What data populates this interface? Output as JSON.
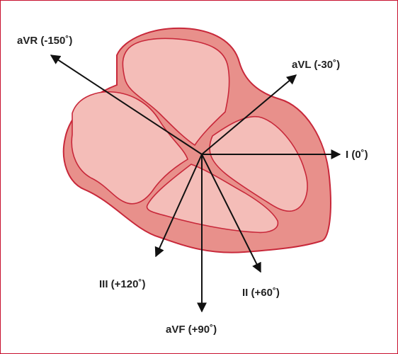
{
  "diagram": {
    "leads": [
      {
        "id": "avr",
        "label": "aVR (-150˚)"
      },
      {
        "id": "avl",
        "label": "aVL (-30˚)"
      },
      {
        "id": "i",
        "label": "I (0˚)"
      },
      {
        "id": "ii",
        "label": "II (+60˚)"
      },
      {
        "id": "avf",
        "label": "aVF (+90˚)"
      },
      {
        "id": "iii",
        "label": "III (+120˚)"
      }
    ],
    "colors": {
      "border": "#c8102e",
      "heart_outer": "#e8908b",
      "heart_inner": "#f4bdb8",
      "heart_stroke": "#c8283a",
      "arrow": "#111111",
      "text": "#222222"
    }
  }
}
